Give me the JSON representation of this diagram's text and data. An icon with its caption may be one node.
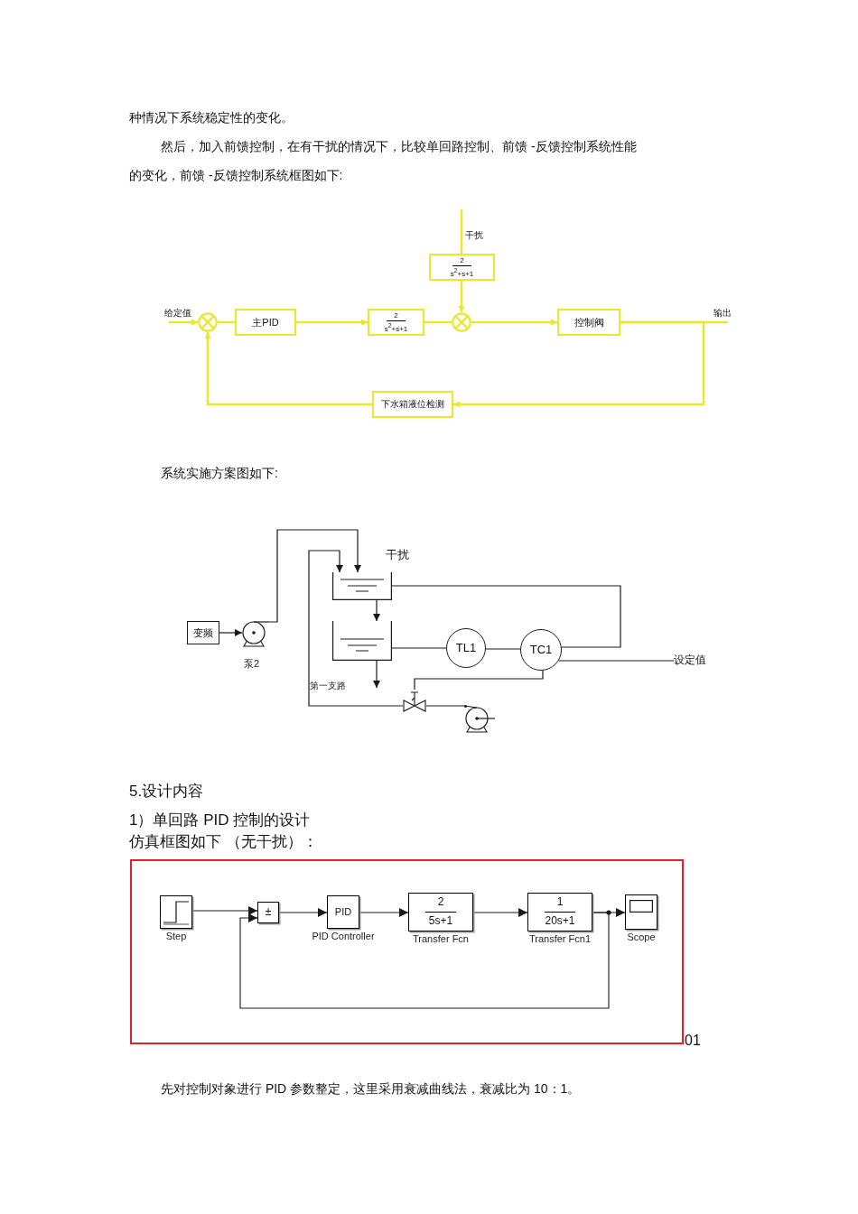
{
  "diagram": {
    "nodes": [
      {
        "text": [
          "2",
          "s$^{2}$+s+1"
        ]
      },
      {
        "text": [],
        "shape": "circle"
      },
      {
        "text": [
          "主PID"
        ]
      },
      {
        "text": [
          "2",
          "s$^{2}$+s+1"
        ]
      },
      {
        "text": [],
        "shape": "circle"
      },
      {
        "text": [
          "控制阀"
        ]
      },
      {
        "text": [
          "下水箱液位检测"
        ]
      },
      {
        "text": [],
        "shape": "picture",
        "beside": [
          "干扰"
        ]
      },
      {
        "text": [
          "变频"
        ]
      },
      {
        "text": [],
        "shape": "picture",
        "beside": [
          "泵2"
        ]
      },
      {
        "text": [],
        "shape": "picture"
      },
      {
        "text": [
          "TL1"
        ]
      },
      {
        "text": [
          "TC1"
        ]
      },
      {
        "text": [
          "设定值"
        ]
      },
      {
        "text": [],
        "shape": "picture"
      },
      {
        "text": [],
        "shape": "picture"
      },
      {
        "text": [
          "Step"
        ]
      },
      {
        "text": [
          "±"
        ]
      },
      {
        "text": [
          "PID",
          "PID Controller"
        ]
      },
      {
        "text": [
          "2",
          "5s+1",
          "Transfer Fcn"
        ]
      },
      {
        "text": [
          "1",
          "20s+1",
          "Transfer Fcn1"
        ]
      },
      {
        "text": [
          "Scope"
        ]
      }
    ],
    "edges": [
      {
        "from": null,
        "to": 0,
        "arrow": "none",
        "label": "干扰",
        "color": "#ece62c"
      },
      {
        "from": 0,
        "to": 4,
        "arrow": "to",
        "color": "#ece62c"
      },
      {
        "from": null,
        "to": 1,
        "arrow": "to",
        "label": "给定值",
        "color": "#ece62c"
      },
      {
        "from": 1,
        "to": 2,
        "arrow": "none",
        "color": "#ece62c"
      },
      {
        "from": 2,
        "to": 3,
        "arrow": "to",
        "color": "#ece62c"
      },
      {
        "from": 3,
        "to": 4,
        "arrow": "none",
        "color": "#ece62c"
      },
      {
        "from": 4,
        "to": 5,
        "arrow": "to",
        "color": "#ece62c"
      },
      {
        "from": 5,
        "to": null,
        "arrow": "none",
        "label": "输出",
        "color": "#ece62c"
      },
      {
        "from": 5,
        "to": 6,
        "arrow": "to",
        "color": "#ece62c"
      },
      {
        "from": 6,
        "to": 1,
        "arrow": "to",
        "color": "#ece62c"
      },
      {
        "from": 8,
        "to": 9,
        "arrow": "to"
      },
      {
        "from": 9,
        "to": 7,
        "arrow": "to"
      },
      {
        "from": 14,
        "to": 7,
        "arrow": "to"
      },
      {
        "from": 7,
        "to": 10,
        "arrow": "to"
      },
      {
        "from": 10,
        "to": null,
        "arrow": "to"
      },
      {
        "from": 7,
        "to": 12,
        "arrow": "none"
      },
      {
        "from": 10,
        "to": 11,
        "arrow": "none"
      },
      {
        "from": 11,
        "to": 12,
        "arrow": "none"
      },
      {
        "from": 12,
        "to": 13,
        "arrow": "none"
      },
      {
        "from": 12,
        "to": 14,
        "arrow": "none"
      },
      {
        "from": 14,
        "to": 15,
        "arrow": "none"
      },
      {
        "from": 16,
        "to": 17,
        "arrow": "to"
      },
      {
        "from": 17,
        "to": 18,
        "arrow": "to"
      },
      {
        "from": 18,
        "to": 19,
        "arrow": "to"
      },
      {
        "from": 19,
        "to": 20,
        "arrow": "to"
      },
      {
        "from": 20,
        "to": 21,
        "arrow": "to"
      },
      {
        "from": 20,
        "to": 17,
        "arrow": "to"
      }
    ],
    "labels": [
      "种情况下系统稳定性的变化。",
      "然后，加入前馈控制，在有干扰的情况下，比较单回路控制、前馈 -反馈控制系统性能的变化，前馈 -反馈控制系统框图如下:",
      "系统实施方案图如下:",
      "第一支路",
      "5.设计内容",
      "1）单回路 PID 控制的设计",
      "仿真框图如下 （无干扰）：",
      "01",
      "先对控制对象进行 PID 参数整定，这里采用衰减曲线法，衰减比为 10：1。"
    ]
  }
}
